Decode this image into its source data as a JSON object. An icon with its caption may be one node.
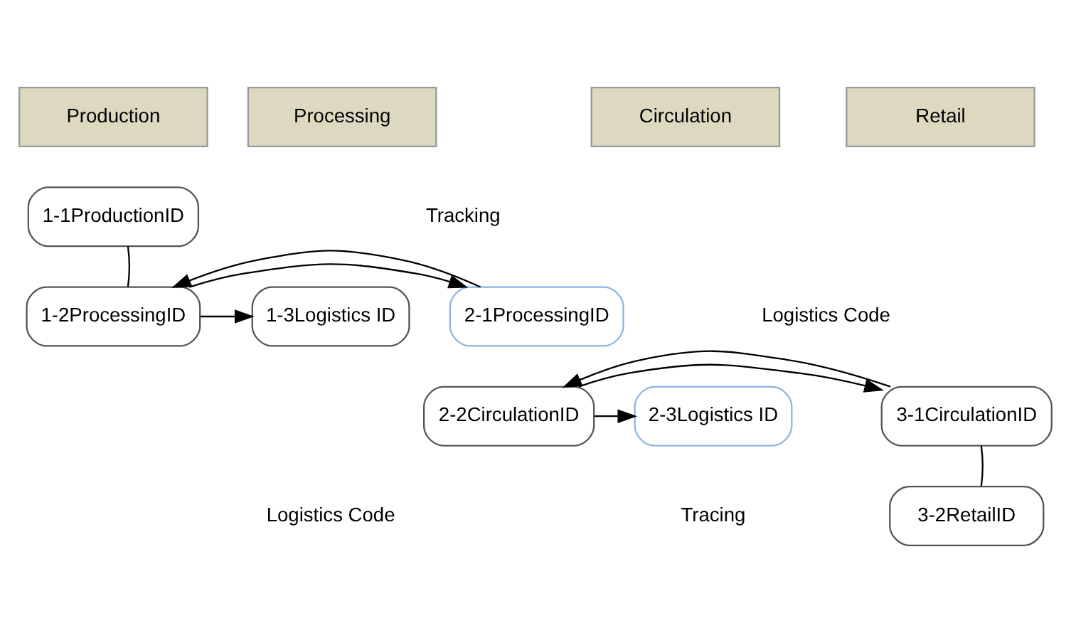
{
  "diagram": {
    "nodes": [
      {
        "text": [
          "Production"
        ]
      },
      {
        "text": [
          "Processing"
        ]
      },
      {
        "text": [
          "Circulation"
        ]
      },
      {
        "text": [
          "Retail"
        ]
      },
      {
        "text": [
          "1-1ProductionID"
        ]
      },
      {
        "text": [
          "1-2ProcessingID"
        ]
      },
      {
        "text": [
          "1-3Logistics ID"
        ]
      },
      {
        "text": [
          "2-1ProcessingID"
        ]
      },
      {
        "text": [
          "2-2CirculationID"
        ]
      },
      {
        "text": [
          "2-3Logistics ID"
        ]
      },
      {
        "text": [
          "3-1CirculationID"
        ]
      },
      {
        "text": [
          "3-2RetailID"
        ]
      }
    ],
    "edges": [
      {
        "from": 4,
        "to": 5,
        "arrow": "none"
      },
      {
        "from": 5,
        "to": 6,
        "arrow": "to"
      },
      {
        "from": 5,
        "to": 7,
        "arrow": "to"
      },
      {
        "from": 7,
        "to": 5,
        "arrow": "to"
      },
      {
        "from": 8,
        "to": 9,
        "arrow": "to"
      },
      {
        "from": 8,
        "to": 10,
        "arrow": "to"
      },
      {
        "from": 10,
        "to": 8,
        "arrow": "to"
      },
      {
        "from": 10,
        "to": 11,
        "arrow": "none"
      }
    ],
    "labels": [
      "Tracking",
      "Logistics Code",
      "Logistics Code",
      "Tracing"
    ]
  }
}
